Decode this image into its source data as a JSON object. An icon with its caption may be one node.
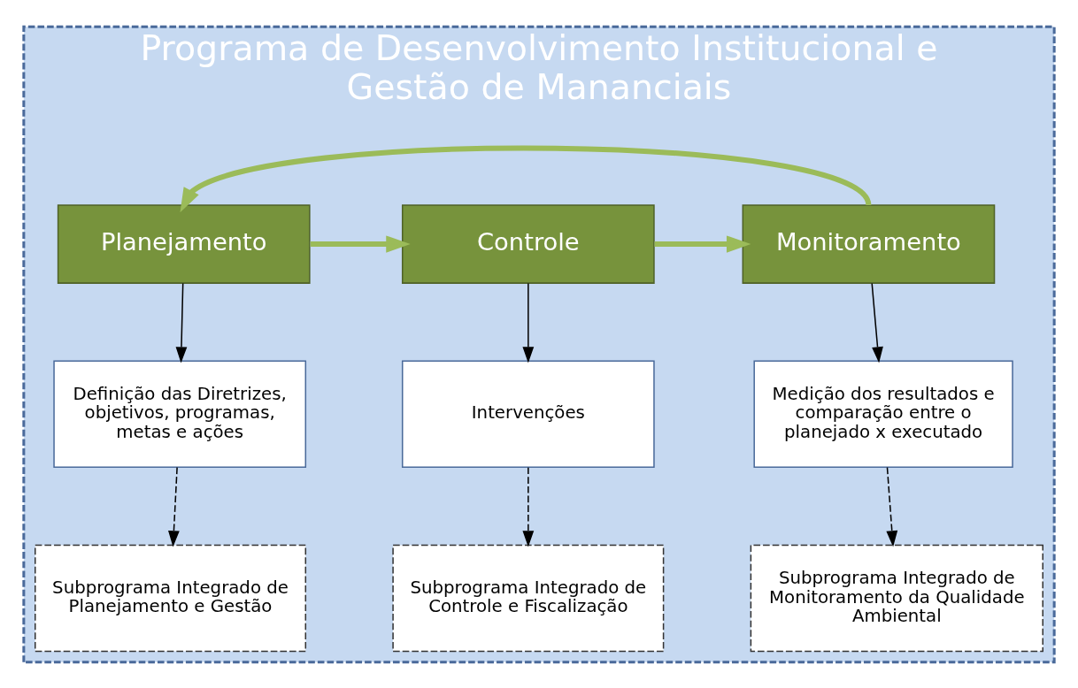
{
  "diagram": {
    "nodes": [
      {
        "text": [
          "Programa de Desenvolvimento Institucional e Gestão de Mananciais"
        ]
      },
      {
        "text": [
          "Planejamento"
        ],
        "in": 0
      },
      {
        "text": [
          "Controle"
        ],
        "in": 0
      },
      {
        "text": [
          "Monitoramento"
        ],
        "in": 0
      },
      {
        "text": [
          "Definição das Diretrizes, objetivos, programas, metas e ações"
        ],
        "in": 0
      },
      {
        "text": [
          "Intervenções"
        ],
        "in": 0
      },
      {
        "text": [
          "Medição dos resultados e comparação entre o planejado x executado"
        ],
        "in": 0
      },
      {
        "text": [
          "Subprograma Integrado de Planejamento e Gestão"
        ],
        "in": 0
      },
      {
        "text": [
          "Subprograma Integrado de Controle e Fiscalização"
        ],
        "in": 0
      },
      {
        "text": [
          "Subprograma Integrado de Monitoramento da Qualidade Ambiental"
        ],
        "in": 0
      }
    ],
    "edges": [
      {
        "from": 1,
        "to": 2,
        "arrow": "to",
        "style": "thick",
        "color": "#9bbb59"
      },
      {
        "from": 2,
        "to": 3,
        "arrow": "to",
        "style": "thick",
        "color": "#9bbb59"
      },
      {
        "from": 3,
        "to": 1,
        "arrow": "to",
        "style": "thick",
        "color": "#9bbb59"
      },
      {
        "from": 1,
        "to": 4,
        "arrow": "to"
      },
      {
        "from": 2,
        "to": 5,
        "arrow": "to"
      },
      {
        "from": 3,
        "to": 6,
        "arrow": "to"
      },
      {
        "from": 4,
        "to": 7,
        "arrow": "to",
        "style": "dashed"
      },
      {
        "from": 5,
        "to": 8,
        "arrow": "to",
        "style": "dashed"
      },
      {
        "from": 6,
        "to": 9,
        "arrow": "to",
        "style": "dashed"
      }
    ]
  }
}
